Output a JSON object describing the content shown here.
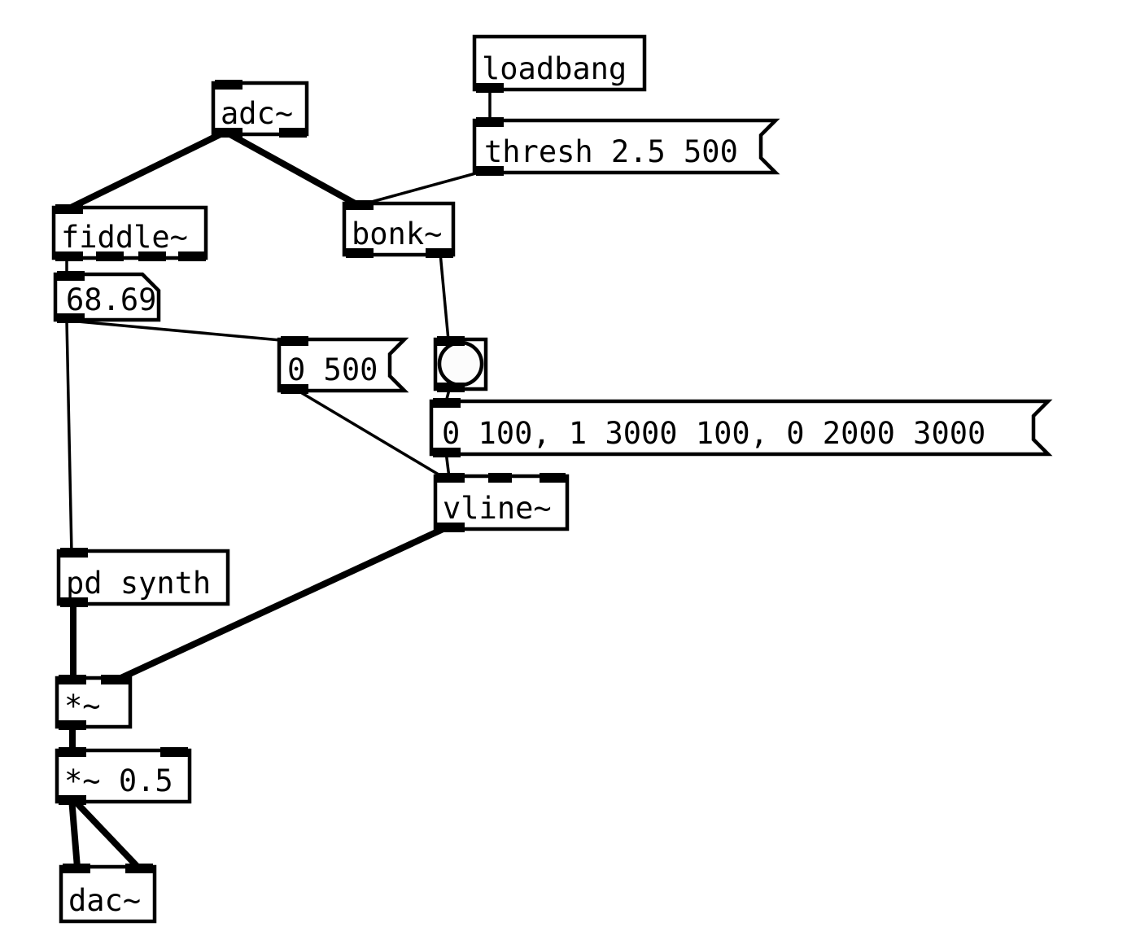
{
  "app": {
    "environment": "Pure Data patch canvas",
    "background_color": "#ffffff",
    "foreground_color": "#000000"
  },
  "nodes": {
    "loadbang": {
      "type": "object",
      "label": "loadbang"
    },
    "adc": {
      "type": "object",
      "label": "adc~"
    },
    "thresh": {
      "type": "message",
      "label": "thresh 2.5 500"
    },
    "fiddle": {
      "type": "object",
      "label": "fiddle~"
    },
    "bonk": {
      "type": "object",
      "label": "bonk~"
    },
    "pitch_display": {
      "type": "number",
      "label": "68.69"
    },
    "msg_duck": {
      "type": "message",
      "label": "0 500"
    },
    "bang": {
      "type": "bang",
      "label": ""
    },
    "msg_envelope": {
      "type": "message",
      "label": "0 100, 1 3000 100, 0 2000 3000"
    },
    "vline": {
      "type": "object",
      "label": "vline~"
    },
    "pd_synth": {
      "type": "subpatch",
      "label": "pd synth"
    },
    "multiply": {
      "type": "object",
      "label": "*~"
    },
    "multiply_half": {
      "type": "object",
      "label": "*~ 0.5"
    },
    "dac": {
      "type": "object",
      "label": "dac~"
    }
  },
  "connections": [
    {
      "from": "adc~ left outlet",
      "to": "fiddle~ left inlet",
      "kind": "signal"
    },
    {
      "from": "adc~ left outlet",
      "to": "bonk~ inlet",
      "kind": "signal"
    },
    {
      "from": "loadbang outlet",
      "to": "thresh 2.5 500 inlet",
      "kind": "control"
    },
    {
      "from": "thresh 2.5 500 outlet",
      "to": "bonk~ inlet",
      "kind": "control"
    },
    {
      "from": "bonk~ right outlet",
      "to": "bang inlet",
      "kind": "control"
    },
    {
      "from": "bang outlet",
      "to": "0 100, 1 3000 100, 0 2000 3000 inlet",
      "kind": "control"
    },
    {
      "from": "0 100, 1 3000 100, 0 2000 3000 outlet",
      "to": "vline~ left inlet",
      "kind": "control"
    },
    {
      "from": "0 500 outlet",
      "to": "vline~ left inlet",
      "kind": "control"
    },
    {
      "from": "68.69 outlet",
      "to": "0 500 inlet",
      "kind": "control"
    },
    {
      "from": "68.69 outlet",
      "to": "pd synth inlet",
      "kind": "control"
    },
    {
      "from": "fiddle~ left outlet",
      "to": "68.69 inlet",
      "kind": "control"
    },
    {
      "from": "vline~ outlet",
      "to": "*~ right inlet",
      "kind": "signal"
    },
    {
      "from": "pd synth outlet",
      "to": "*~ left inlet",
      "kind": "signal"
    },
    {
      "from": "*~ outlet",
      "to": "*~ 0.5 left inlet",
      "kind": "signal"
    },
    {
      "from": "*~ 0.5 outlet",
      "to": "dac~ left inlet",
      "kind": "signal"
    },
    {
      "from": "*~ 0.5 outlet",
      "to": "dac~ right inlet",
      "kind": "signal"
    }
  ]
}
